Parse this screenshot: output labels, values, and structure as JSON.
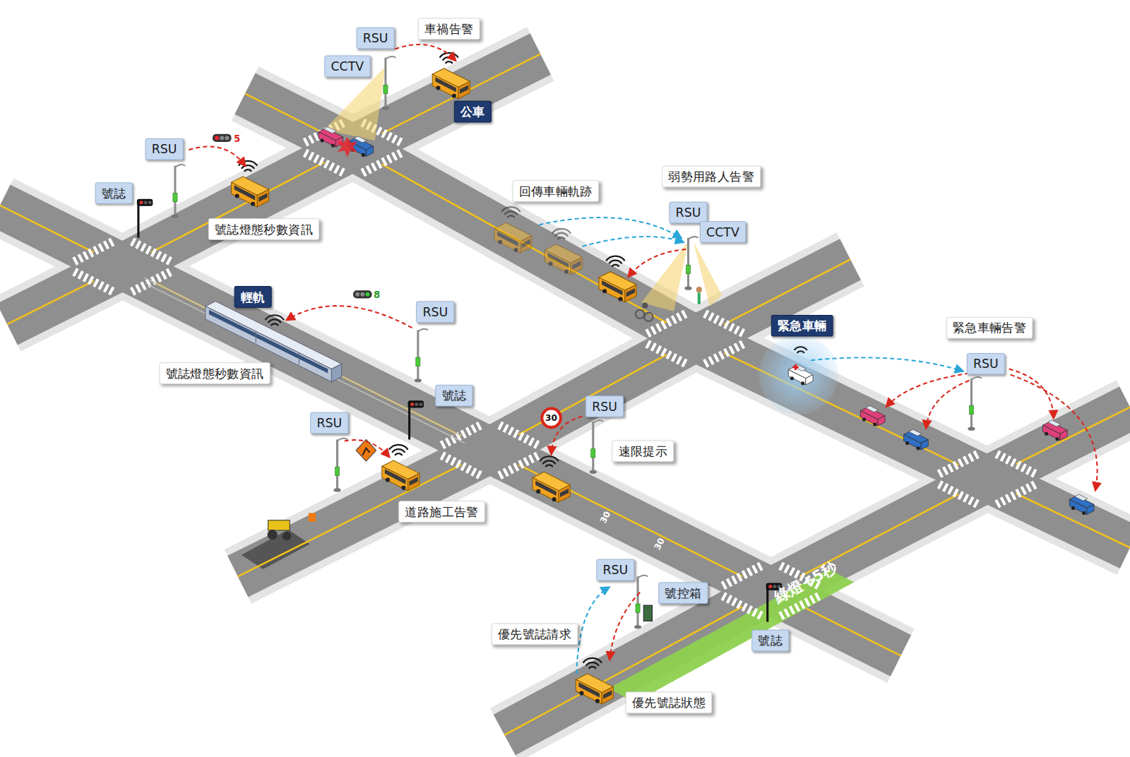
{
  "diagram": {
    "nodes": [
      {
        "text": [
          "RSU"
        ]
      },
      {
        "text": [
          "車禍告警"
        ]
      },
      {
        "text": [
          "CCTV"
        ]
      },
      {
        "text": [
          "公車"
        ]
      },
      {
        "text": [
          "RSU"
        ]
      },
      {
        "text": [
          "號誌"
        ]
      },
      {
        "text": [
          "回傳車輛軌跡"
        ]
      },
      {
        "text": [
          "弱勢用路人告警"
        ]
      },
      {
        "text": [
          "RSU"
        ]
      },
      {
        "text": [
          "號誌燈態秒數資訊"
        ]
      },
      {
        "text": [
          "CCTV"
        ]
      },
      {
        "text": [
          "輕軌"
        ]
      },
      {
        "text": [
          "RSU"
        ]
      },
      {
        "text": [
          "緊急車輛"
        ]
      },
      {
        "text": [
          "緊急車輛告警"
        ]
      },
      {
        "text": [
          "RSU"
        ]
      },
      {
        "text": [
          "號誌燈態秒數資訊"
        ]
      },
      {
        "text": [
          "號誌"
        ]
      },
      {
        "text": [
          "RSU"
        ]
      },
      {
        "text": [
          "RSU"
        ]
      },
      {
        "text": [
          "速限提示"
        ]
      },
      {
        "text": [
          "道路施工告警"
        ]
      },
      {
        "text": [
          "RSU"
        ]
      },
      {
        "text": [
          "號控箱"
        ]
      },
      {
        "text": [
          "優先號誌請求"
        ]
      },
      {
        "text": [
          "號誌"
        ]
      },
      {
        "text": [
          "優先號誌狀態"
        ]
      }
    ],
    "labels": [
      "5",
      "8",
      "30",
      "30",
      "30",
      "綠燈+5秒"
    ]
  }
}
